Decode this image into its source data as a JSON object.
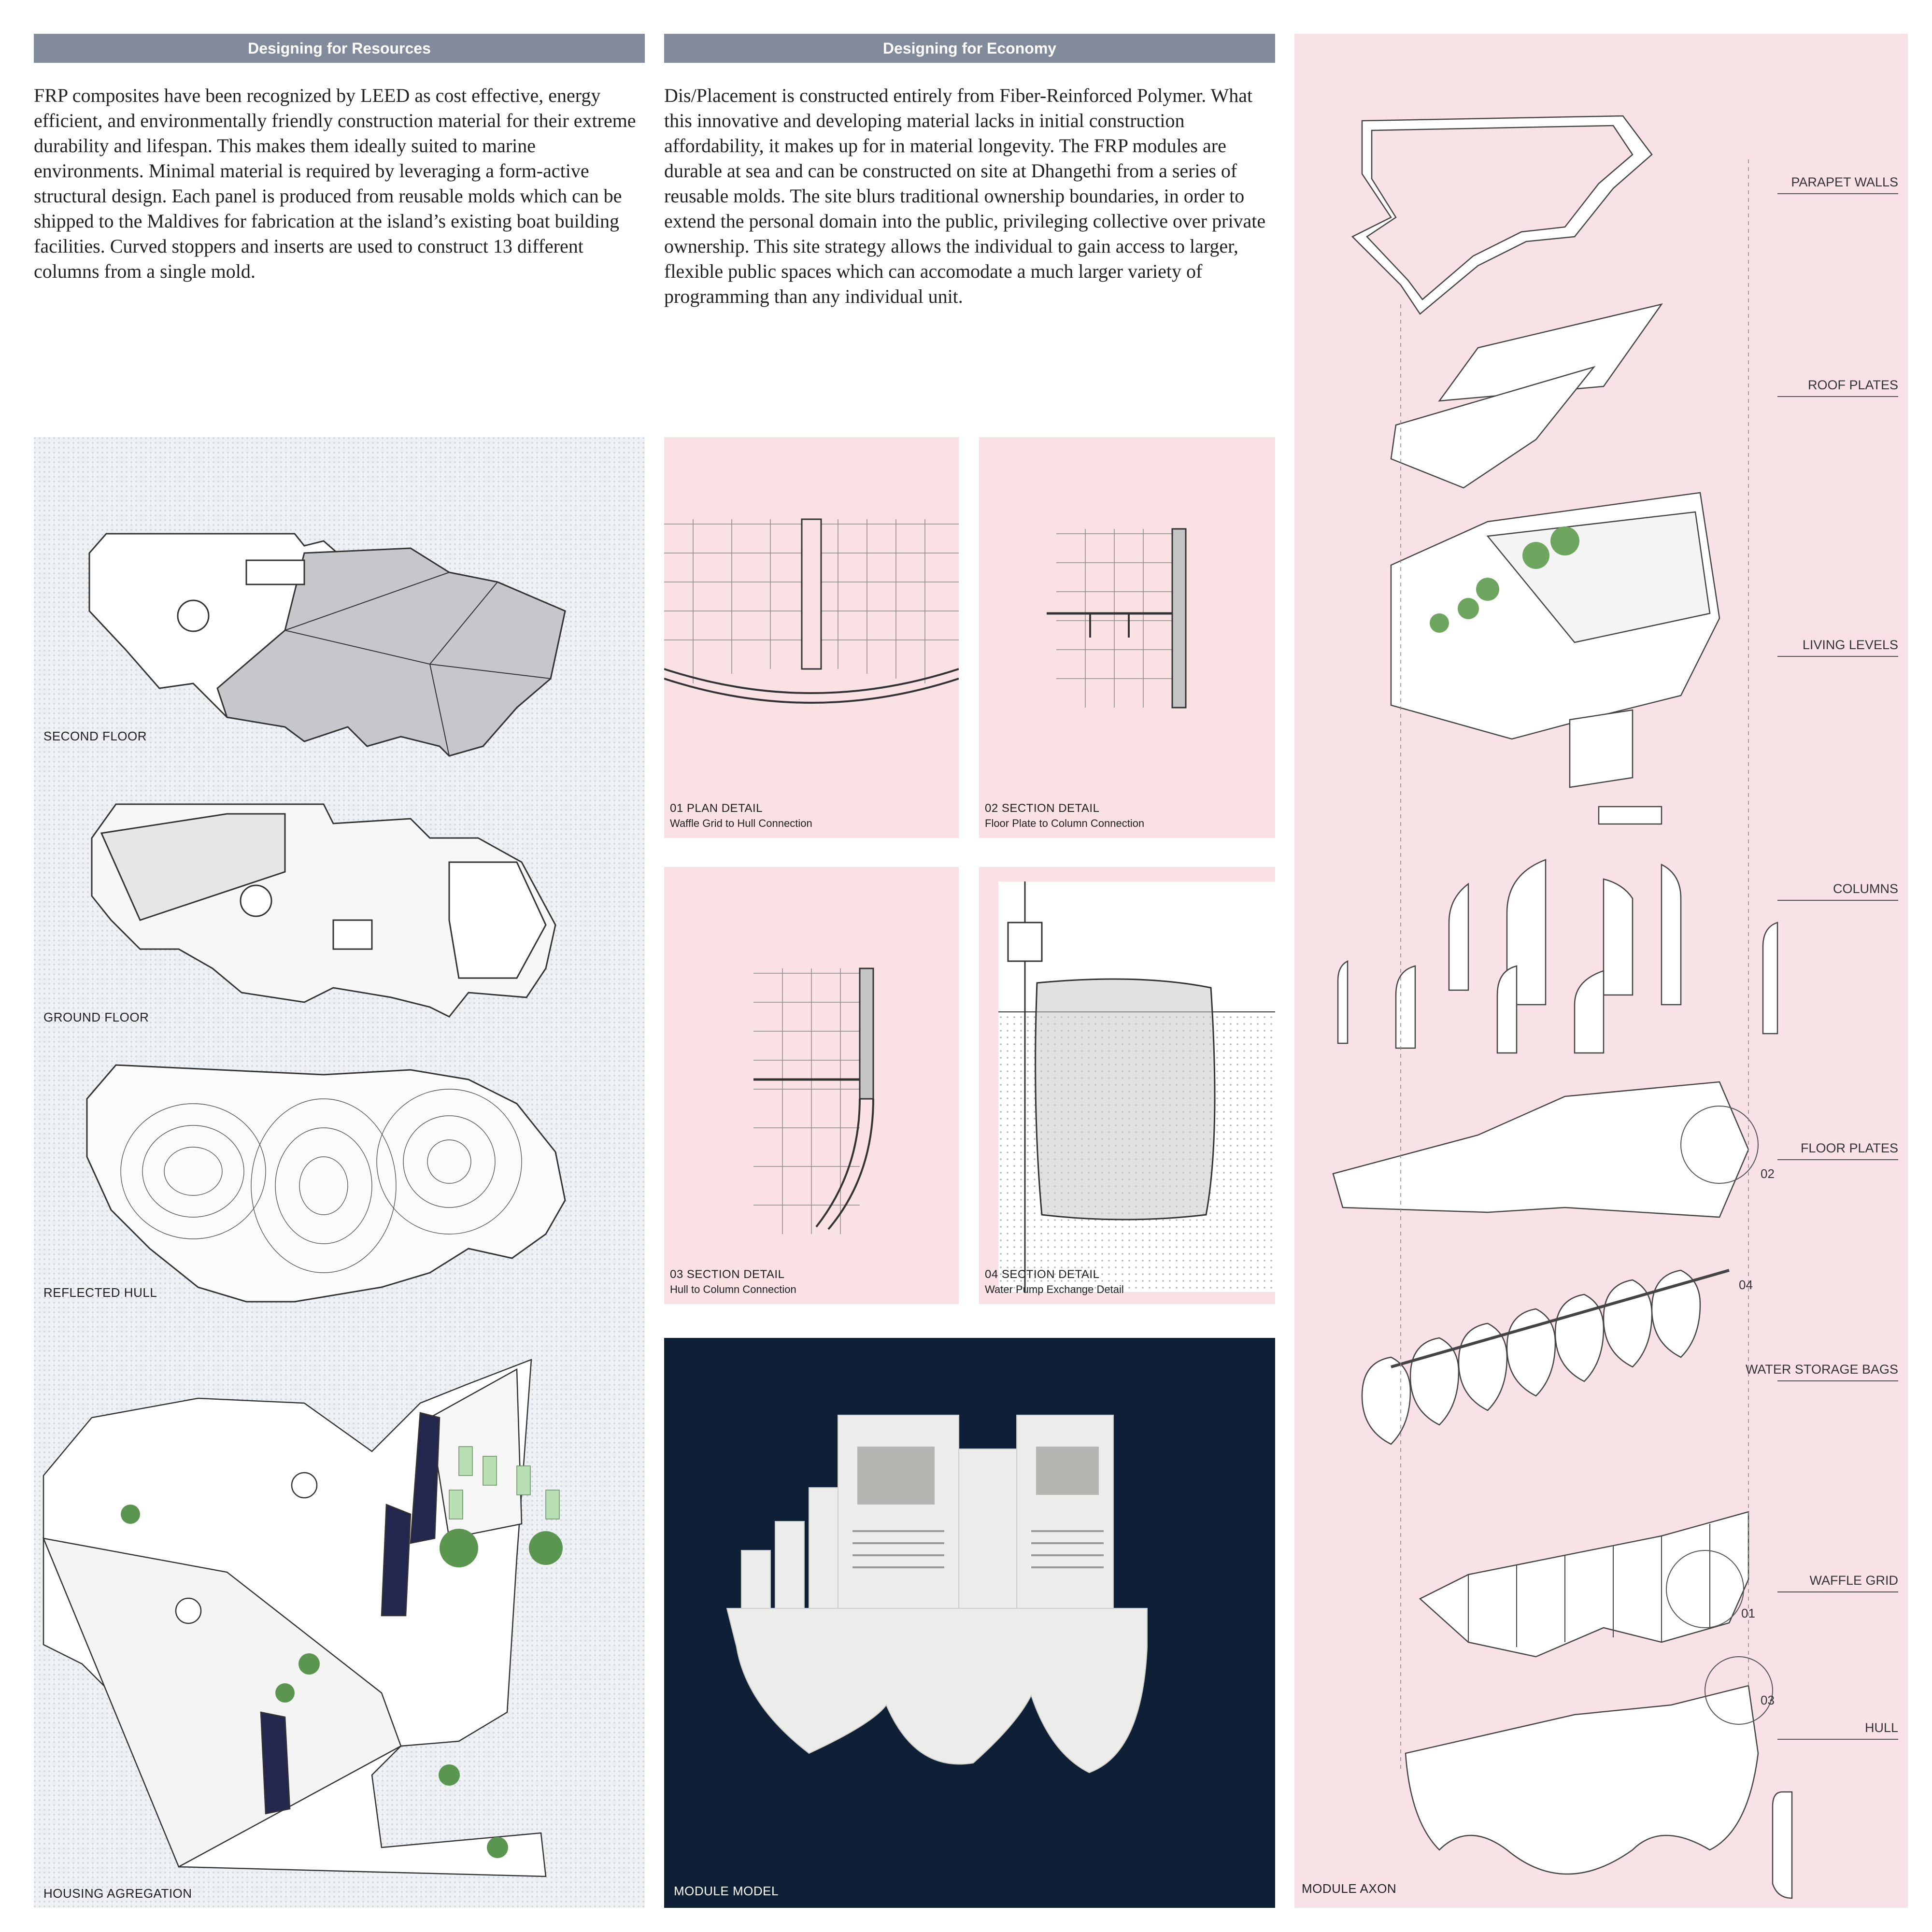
{
  "sections": {
    "resources": {
      "title": "Designing for Resources",
      "body": "FRP composites have been recognized by LEED as cost effective, energy efficient, and environmentally friendly construction material for their extreme durability and lifespan. This makes them ideally suited to marine environments. Minimal material is required by leveraging a form-active structural design. Each panel is produced from reusable molds which can be shipped to the Maldives for fabrication at the island’s existing boat building facilities. Curved stoppers and inserts are used to construct 13 different columns from a single mold."
    },
    "economy": {
      "title": "Designing for Economy",
      "body": "Dis/Placement is constructed entirely from Fiber-Reinforced Polymer. What this innovative and developing material lacks in initial construction affordability, it makes up for in material longevity. The FRP modules are durable at sea and can be constructed on site at Dhangethi from a series of reusable molds. The site blurs traditional ownership boundaries, in order to extend the personal domain into the public, privileging collective over private ownership. This site strategy allows the individual to gain access to larger, flexible public spaces which can accomodate a much larger variety of programming than any individual unit."
    }
  },
  "plans": {
    "second_floor": "SECOND FLOOR",
    "ground_floor": "GROUND FLOOR",
    "reflected_hull": "REFLECTED HULL",
    "housing_agregation": "HOUSING AGREGATION"
  },
  "details": [
    {
      "title": "01 PLAN DETAIL",
      "subtitle": "Waffle Grid to Hull Connection"
    },
    {
      "title": "02 SECTION DETAIL",
      "subtitle": "Floor Plate to Column Connection"
    },
    {
      "title": "03 SECTION DETAIL",
      "subtitle": "Hull to Column Connection"
    },
    {
      "title": "04 SECTION DETAIL",
      "subtitle": "Water Pump Exchange Detail"
    }
  ],
  "model": {
    "label": "MODULE MODEL"
  },
  "axon": {
    "label": "MODULE AXON",
    "layers": [
      "PARAPET WALLS",
      "ROOF PLATES",
      "LIVING LEVELS",
      "COLUMNS",
      "FLOOR PLATES",
      "WATER STORAGE BAGS",
      "WAFFLE GRID",
      "HULL"
    ],
    "callouts": [
      "02",
      "04",
      "01",
      "03"
    ]
  },
  "colors": {
    "header_bar": "#828b9c",
    "pink_panel": "#f9e1e4",
    "navy_panel": "#0f1f35",
    "dot_panel": "#eef1f4"
  }
}
